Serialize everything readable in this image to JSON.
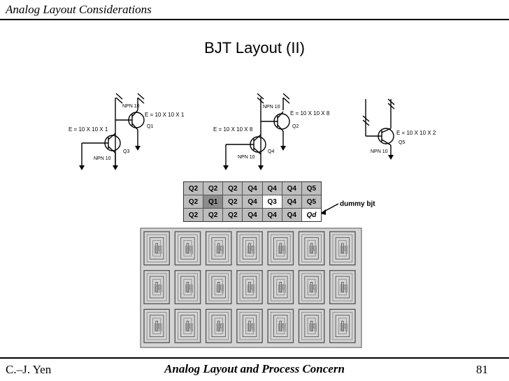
{
  "header": {
    "text": "Analog Layout Considerations"
  },
  "title": "BJT Layout (II)",
  "footer": {
    "author": "C.–J. Yen",
    "course": "Analog Layout and Process Concern",
    "page": "81"
  },
  "circuits": {
    "left": {
      "q_top": "Q1",
      "q_bot": "Q3",
      "npn_top": "NPN 10",
      "npn_bot": "NPN 10",
      "e_top": "E = 10 X 10 X 1",
      "e_bot": "E = 10 X 10 X 1"
    },
    "middle": {
      "q_top": "Q2",
      "q_bot": "Q4",
      "npn_top": "NPN 10",
      "npn_bot": "NPN 10",
      "e_top": "E = 10 X 10 X 8",
      "e_bot": "E = 10 X 10 X 8"
    },
    "right": {
      "q": "Q5",
      "npn": "NPN 10",
      "e": "E = 10 X 10 X 2"
    }
  },
  "placement": {
    "rows": [
      [
        "Q2",
        "Q2",
        "Q2",
        "Q4",
        "Q4",
        "Q4",
        "Q5"
      ],
      [
        "Q2",
        "Q1",
        "Q2",
        "Q4",
        "Q3",
        "Q4",
        "Q5"
      ],
      [
        "Q2",
        "Q2",
        "Q2",
        "Q4",
        "Q4",
        "Q4",
        "Qd"
      ]
    ],
    "dummy_label": "dummy bjt"
  }
}
